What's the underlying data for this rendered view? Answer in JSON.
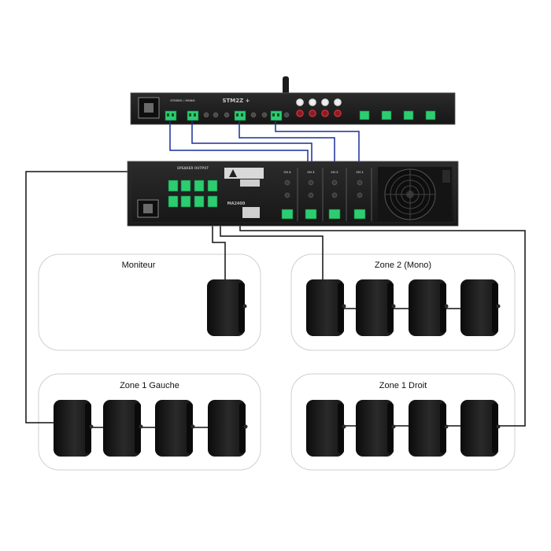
{
  "mixer": {
    "brand": "STM2Z +",
    "mode_label": "STEREO / MONO"
  },
  "amplifier": {
    "model_label": "MA2400",
    "section_label": "SPEAKER OUTPUT",
    "channel_labels": [
      "CH 4",
      "CH 3",
      "CH 2",
      "CH 1"
    ]
  },
  "zones": [
    {
      "label": "Moniteur",
      "speakers": 1
    },
    {
      "label": "Zone 2 (Mono)",
      "speakers": 4
    },
    {
      "label": "Zone 1 Gauche",
      "speakers": 4
    },
    {
      "label": "Zone 1 Droit",
      "speakers": 4
    }
  ],
  "colors": {
    "signal_wire": "#1a2f9c",
    "speaker_wire": "#111111",
    "terminal": "#2ecc71",
    "device_body": "#1c1c1c"
  }
}
